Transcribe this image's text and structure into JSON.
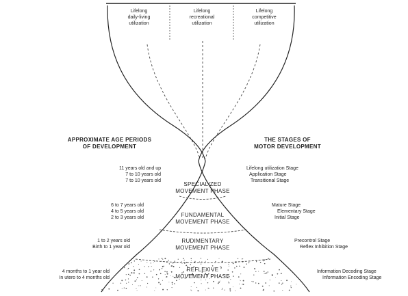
{
  "top_labels": {
    "left": [
      "Lifelong",
      "daily-living",
      "utilization"
    ],
    "middle": [
      "Lifelong",
      "recreational",
      "utilization"
    ],
    "right": [
      "Lifelong",
      "competitive",
      "utilization"
    ]
  },
  "left_heading": [
    "APPROXIMATE AGE PERIODS",
    "OF DEVELOPMENT"
  ],
  "right_heading": [
    "THE STAGES OF",
    "MOTOR DEVELOPMENT"
  ],
  "phases": {
    "specialized": [
      "SPECIALIZED",
      "MOVEMENT PHASE"
    ],
    "fundamental": [
      "FUNDAMENTAL",
      "MOVEMENT PHASE"
    ],
    "rudimentary": [
      "RUDIMENTARY",
      "MOVEMENT PHASE"
    ],
    "reflexive": [
      "REFLEXIVE",
      "MOVEMENT PHASE"
    ]
  },
  "ages": {
    "specialized": [
      "11 years old and up",
      "7 to 10 years old",
      "7 to 10 years old"
    ],
    "fundamental": [
      "6 to 7 years old",
      "4 to 5 years old",
      "2 to 3 years old"
    ],
    "rudimentary": [
      "1 to 2 years old",
      "Birth to 1 year old"
    ],
    "reflexive": [
      "4 months to 1 year old",
      "In utero to 4 months old"
    ]
  },
  "stages": {
    "specialized": [
      "Lifelong utilization Stage",
      "Application Stage",
      "Transitional Stage"
    ],
    "fundamental": [
      "Mature Stage",
      "Elementary Stage",
      "Initial Stage"
    ],
    "rudimentary": [
      "Precontrol Stage",
      "Reflex Inhibition Stage"
    ],
    "reflexive": [
      "Information Decoding Stage",
      "Information Encoding Stage"
    ]
  }
}
